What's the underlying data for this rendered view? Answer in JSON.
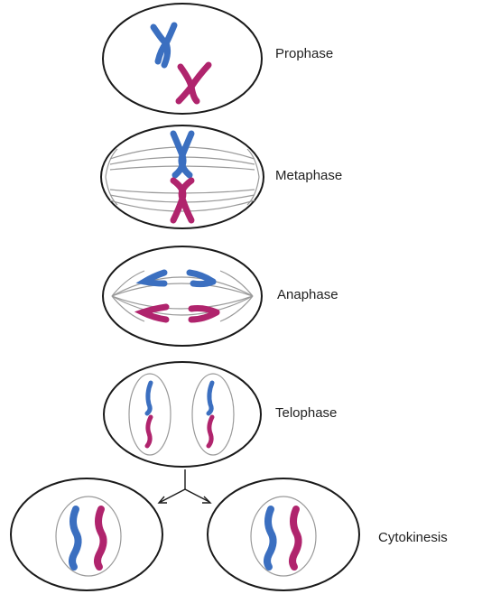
{
  "stages": {
    "prophase": "Prophase",
    "metaphase": "Metaphase",
    "anaphase": "Anaphase",
    "telophase": "Telophase",
    "cytokinesis": "Cytokinesis"
  },
  "colors": {
    "chromosome_a": "#3b6fc0",
    "chromosome_b": "#b0246d",
    "cell_outline": "#1a1a1a",
    "spindle": "#9a9a9a"
  }
}
